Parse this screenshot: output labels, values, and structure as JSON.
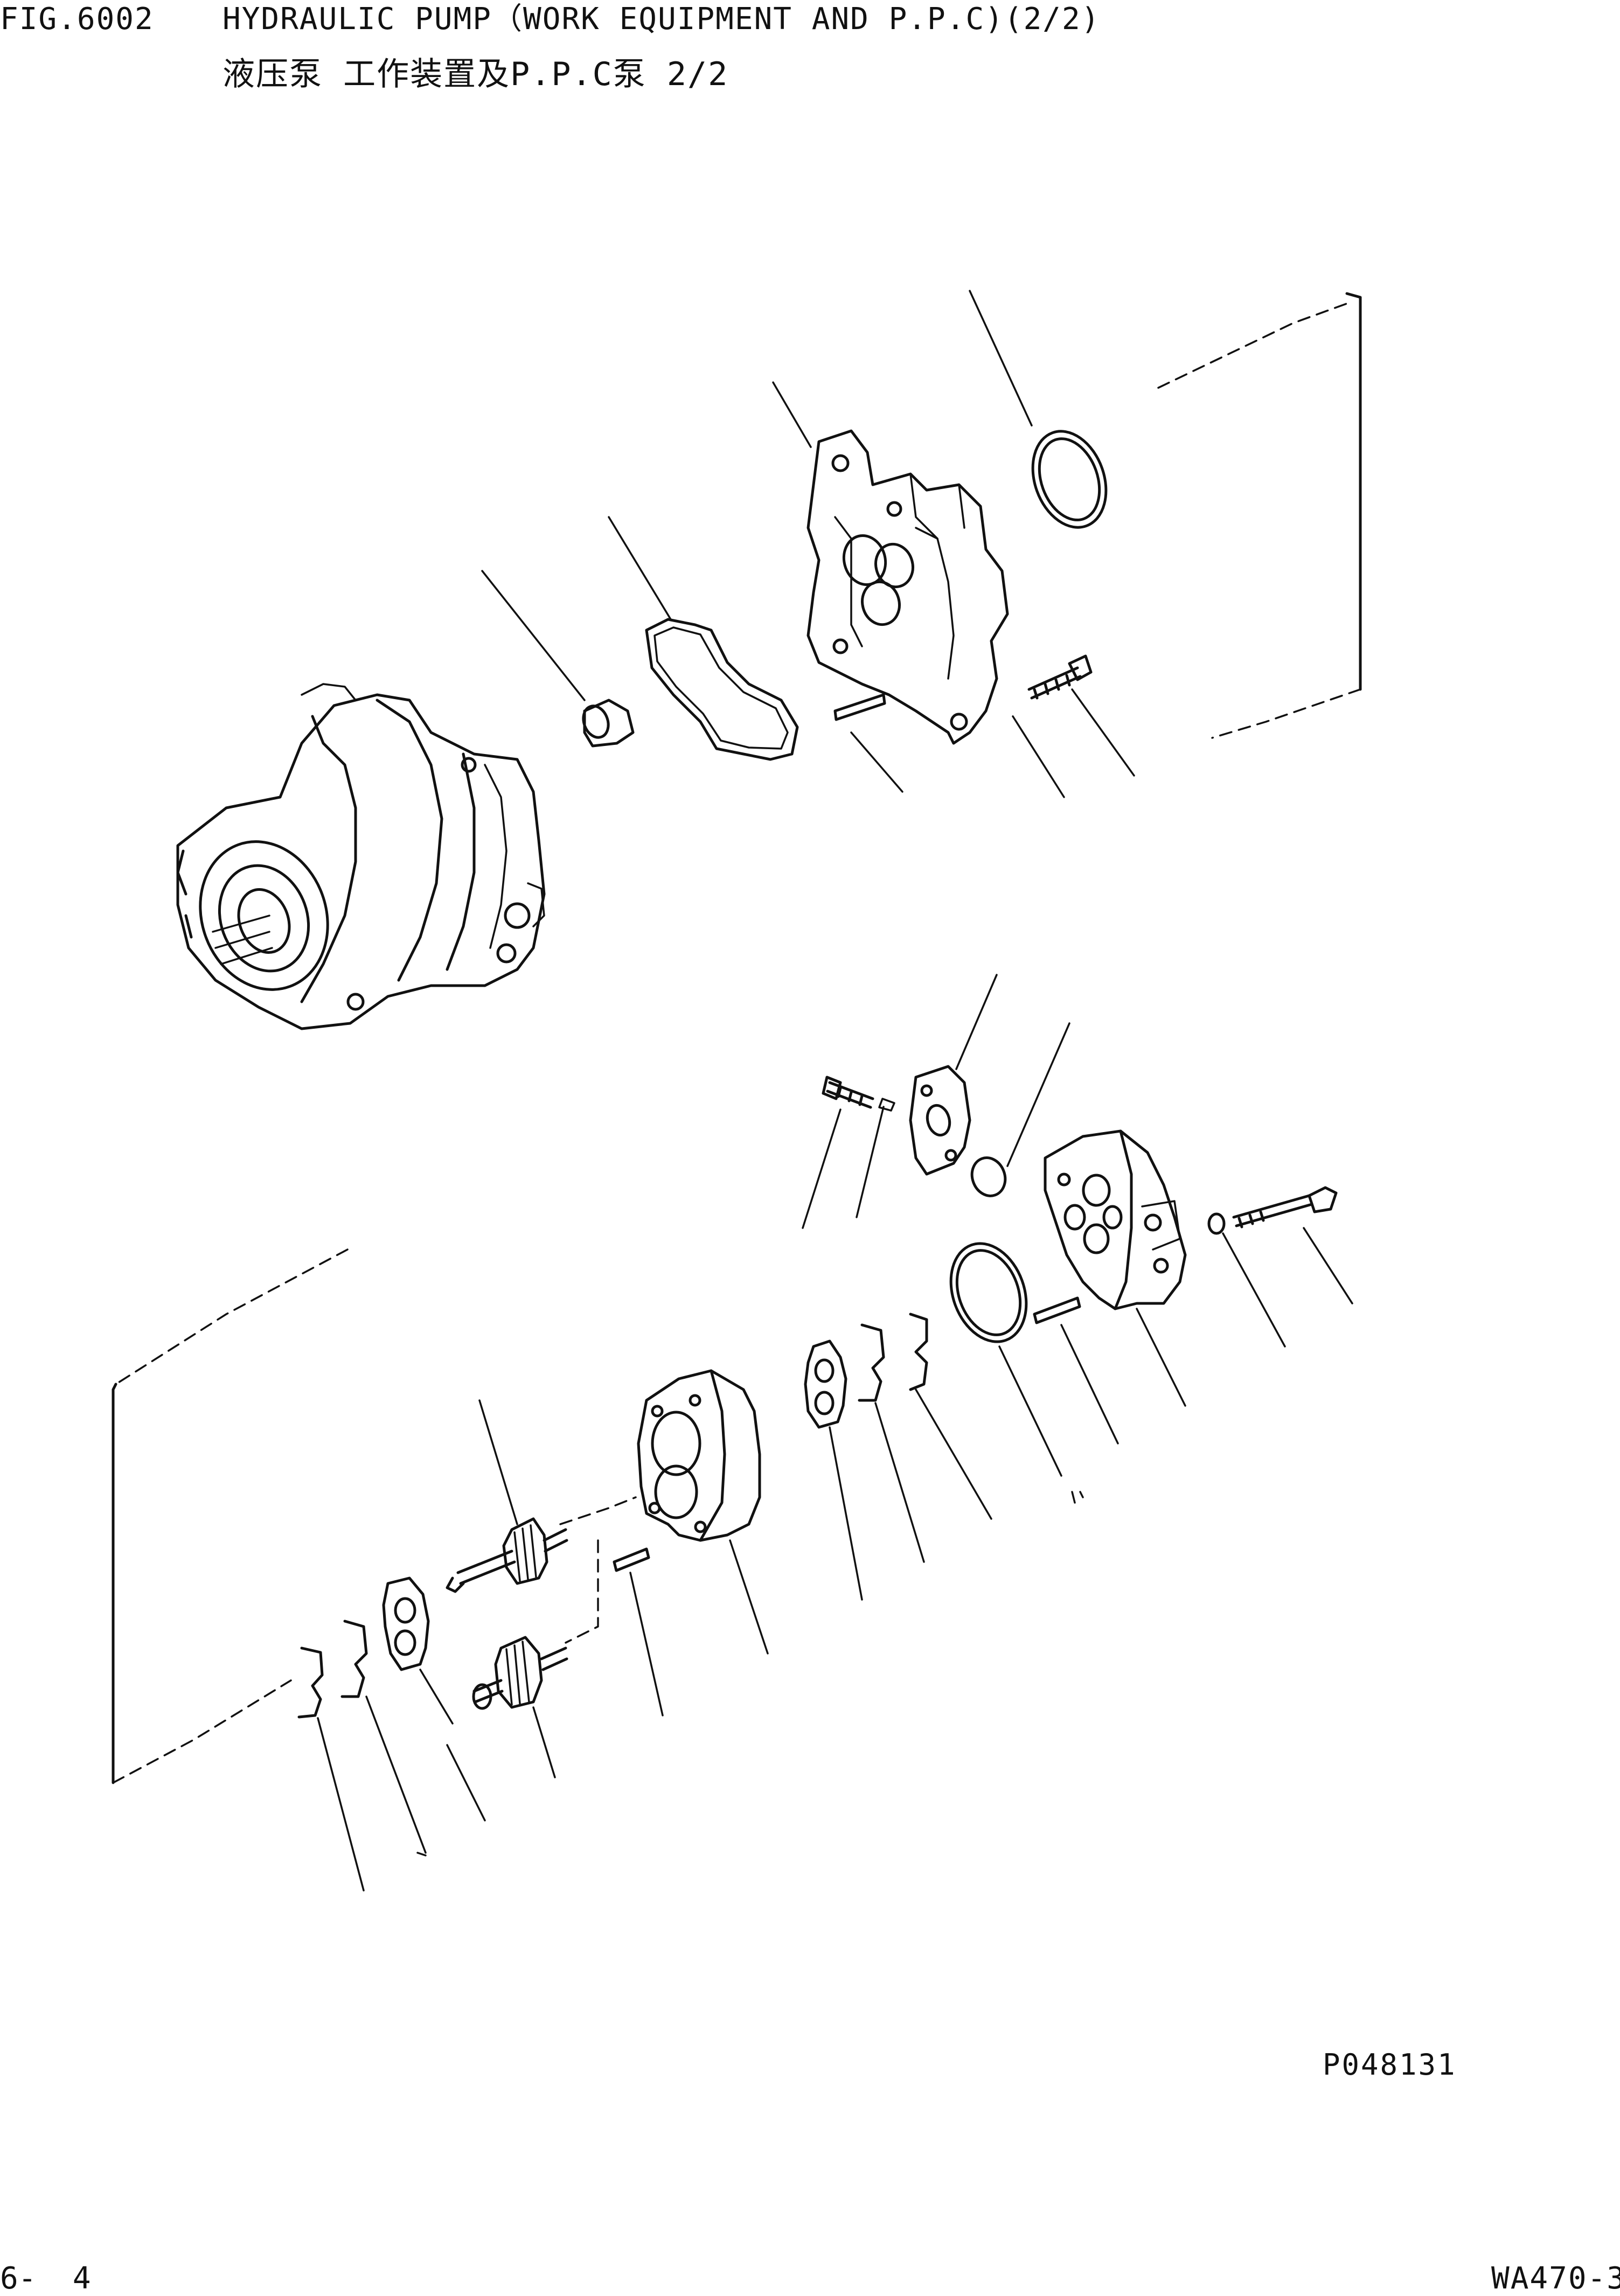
{
  "header": {
    "fig_number": "FIG.6002",
    "title_en": "HYDRAULIC PUMP（WORK EQUIPMENT AND P.P.C)(2/2)",
    "title_cn": "液压泵 工作装置及P.P.C泵 2/2"
  },
  "drawing_ref": "P048131",
  "footer": {
    "page_number": "6-  4",
    "model_code": "WA470-3"
  },
  "colors": {
    "ink": "#111111",
    "paper": "#ffffff"
  }
}
